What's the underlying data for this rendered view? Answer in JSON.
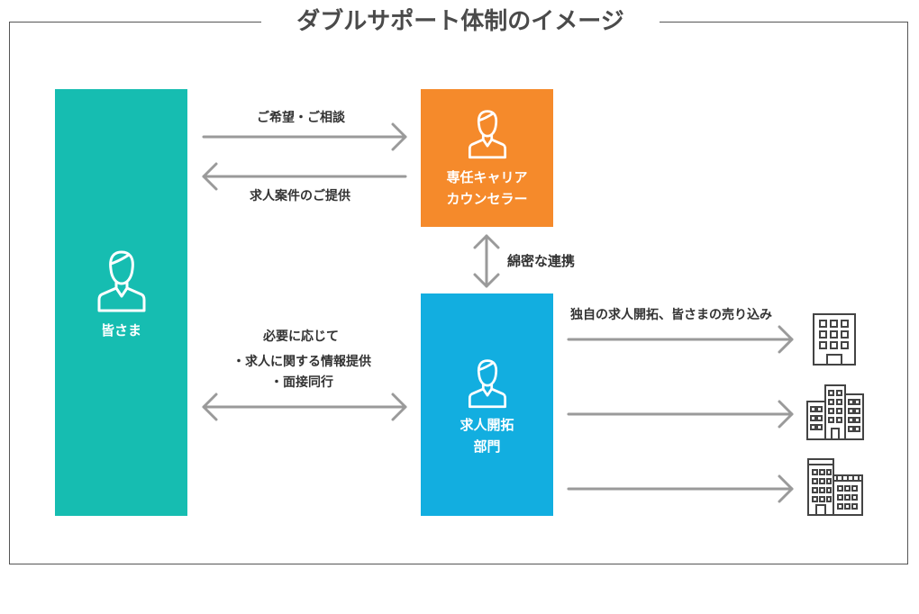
{
  "title": "ダブルサポート体制のイメージ",
  "customer": {
    "label": "皆さま",
    "icon": "person-icon"
  },
  "counselor": {
    "label_line1": "専任キャリア",
    "label_line2": "カウンセラー",
    "icon": "person-icon"
  },
  "sales": {
    "label_line1": "求人開拓",
    "label_line2": "部門",
    "icon": "person-icon"
  },
  "arrows": {
    "to_counselor": "ご希望・ご相談",
    "from_counselor": "求人案件のご提供",
    "link": "綿密な連携",
    "support_line1": "必要に応じて",
    "support_line2": "・求人に関する情報提供",
    "support_line3": "・面接同行",
    "outreach": "独自の求人開拓、皆さまの売り込み"
  },
  "companies": [
    {
      "icon": "office-building-icon"
    },
    {
      "icon": "office-complex-icon"
    },
    {
      "icon": "office-tower-icon"
    }
  ],
  "colors": {
    "customer": "#16bdb1",
    "counselor": "#f58a2b",
    "sales": "#12aee0",
    "arrow": "#9a9a9a"
  }
}
